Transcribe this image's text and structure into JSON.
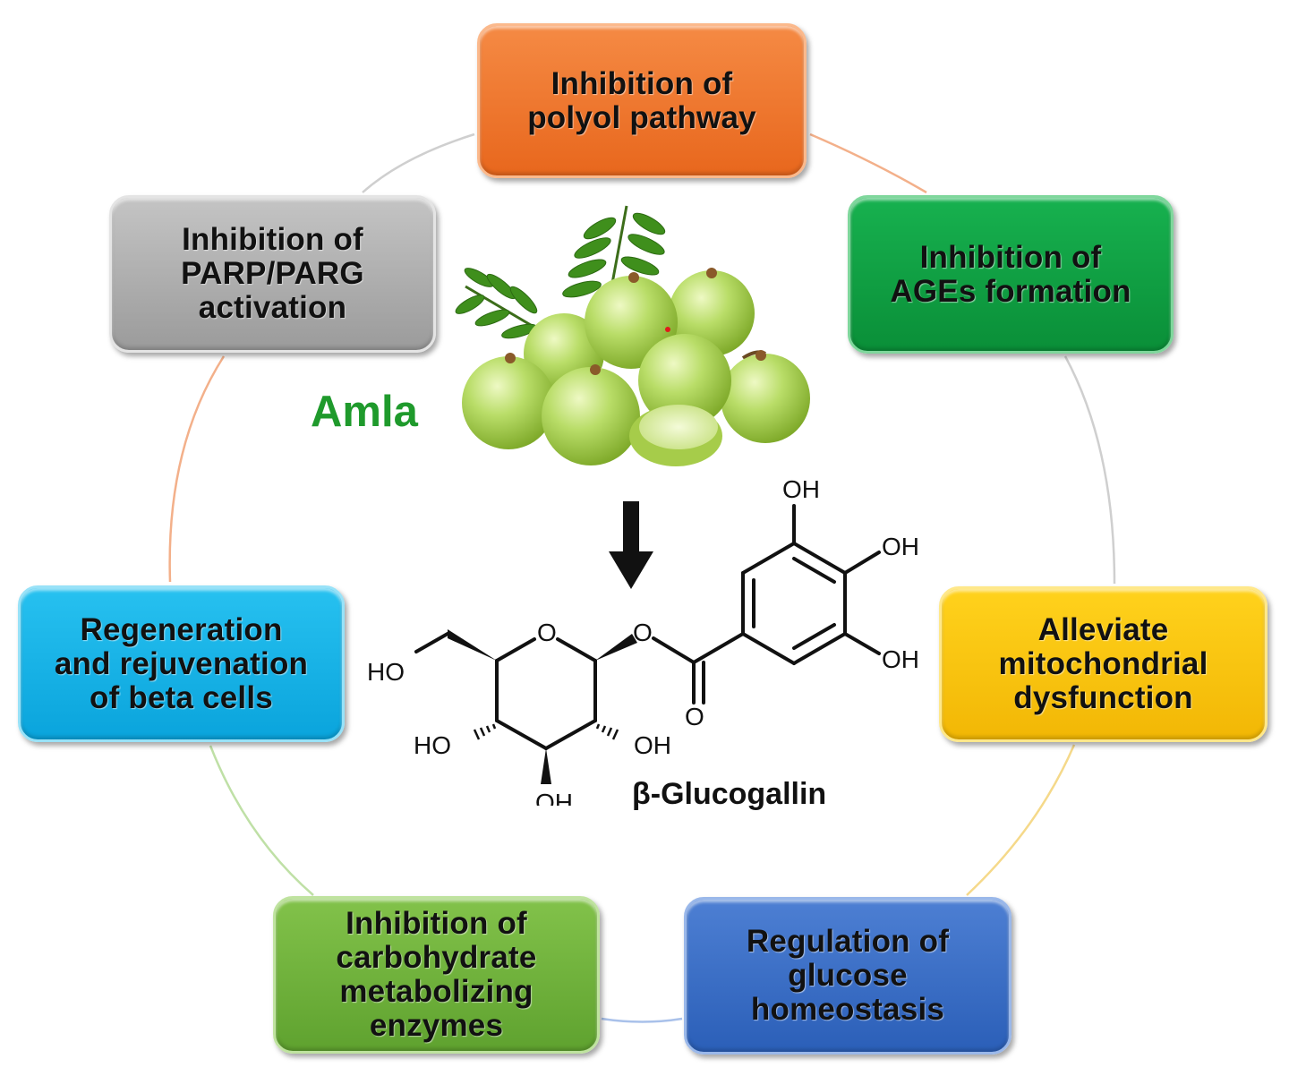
{
  "mechanisms": [
    {
      "id": "polyol",
      "lines": [
        "Inhibition of",
        "polyol pathway"
      ],
      "color": "#ee7a2e"
    },
    {
      "id": "ages",
      "lines": [
        "Inhibition of",
        "AGEs formation"
      ],
      "color": "#12a245"
    },
    {
      "id": "mito",
      "lines": [
        "Alleviate",
        "mitochondrial",
        "dysfunction"
      ],
      "color": "#fbc410"
    },
    {
      "id": "gluc",
      "lines": [
        "Regulation of",
        "glucose",
        "homeostasis"
      ],
      "color": "#3a6dc4"
    },
    {
      "id": "carb",
      "lines": [
        "Inhibition of",
        "carbohydrate",
        "metabolizing",
        "enzymes"
      ],
      "color": "#70b23c"
    },
    {
      "id": "beta",
      "lines": [
        "Regeneration",
        "and rejuvenation",
        "of beta cells"
      ],
      "color": "#16b2e6"
    },
    {
      "id": "parp",
      "lines": [
        "Inhibition of",
        "PARP/PARG",
        "activation"
      ],
      "color": "#b0b0b0"
    }
  ],
  "center": {
    "source_label": "Amla",
    "source_label_color": "#1f9a2c",
    "compound_name": "β-Glucogallin",
    "atom_labels": {
      "oh_top": "OH",
      "oh_right": "OH",
      "oh_lower_right": "OH",
      "ring_o": "O",
      "ester_o": "O",
      "carbonyl_o": "O",
      "ho_left": "HO",
      "ho_bottom_left": "HO",
      "oh_bottom_mid": "OH",
      "oh_bottom": "OH"
    }
  },
  "icons": {
    "fruit": "amla-fruit-cluster-icon",
    "arrow": "down-arrow-icon"
  }
}
